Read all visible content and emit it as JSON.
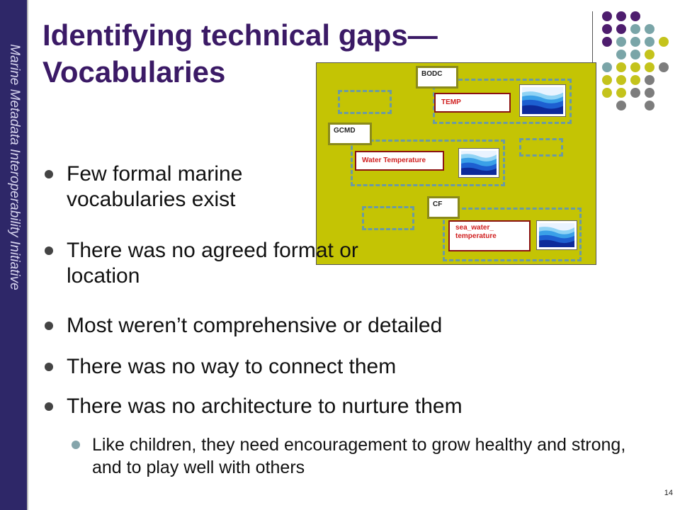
{
  "sidebar": {
    "text": "Marine Metadata Interoperability Initiative"
  },
  "title": "Identifying technical gaps— Vocabularies",
  "diagram": {
    "groups": [
      {
        "label": "BODC",
        "term": "TEMP"
      },
      {
        "label": "GCMD",
        "term": "Water Temperature"
      },
      {
        "label": "CF",
        "term": "sea_water_ temperature"
      }
    ]
  },
  "bullets": [
    "Few formal marine vocabularies exist",
    "There was no agreed format or location",
    "Most weren’t comprehensive or detailed",
    "There was no way to connect them",
    "There was no architecture to nurture them"
  ],
  "sub_bullets": [
    "Like children, they need encouragement to grow healthy and strong, and to play well with others"
  ],
  "page_number": "14",
  "colors": {
    "sidebar": "#2e2768",
    "title": "#3b1a66",
    "diagram_background": "#c4c404",
    "dot_purple": "#4e1d6e",
    "dot_teal": "#7aa5a8",
    "dot_olive": "#c4c31c",
    "dot_gray": "#7d7d7d"
  }
}
